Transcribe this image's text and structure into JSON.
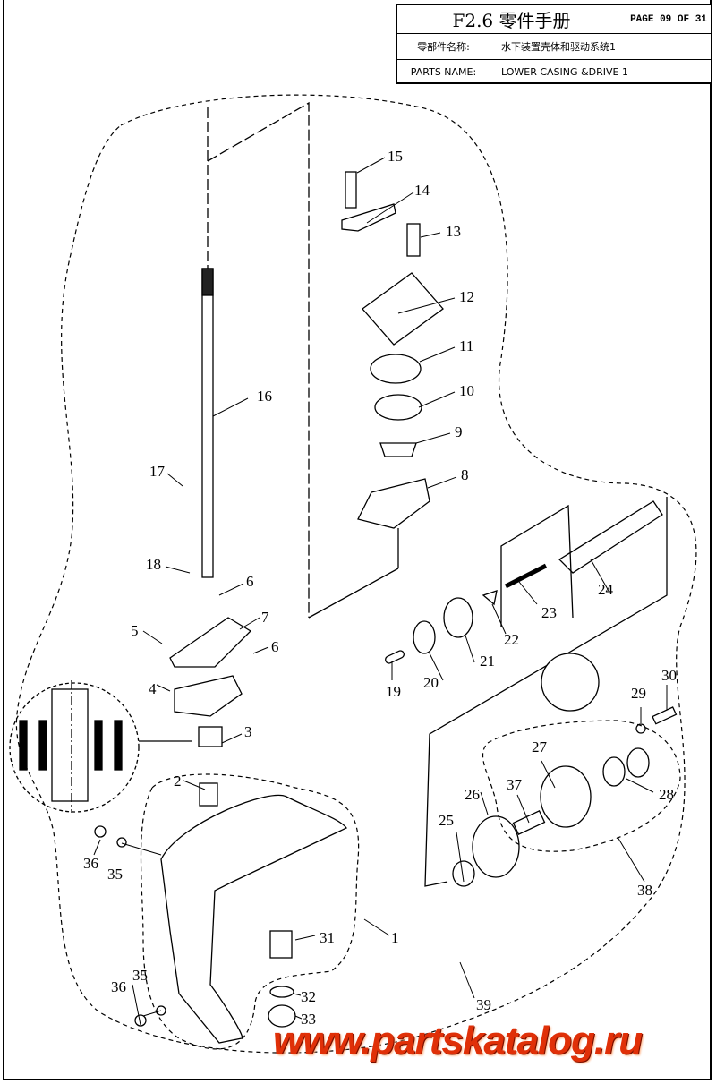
{
  "title_block": {
    "main_title": "F2.6 零件手册",
    "page": "PAGE 09 OF 31",
    "name_cn_label": "零部件名称:",
    "name_cn_value": "水下装置壳体和驱动系统1",
    "name_en_label": "PARTS NAME:",
    "name_en_value": "LOWER CASING &DRIVE 1"
  },
  "callouts": [
    {
      "id": "1",
      "text": "1"
    },
    {
      "id": "2",
      "text": "2"
    },
    {
      "id": "3",
      "text": "3"
    },
    {
      "id": "4",
      "text": "4"
    },
    {
      "id": "5",
      "text": "5"
    },
    {
      "id": "6a",
      "text": "6"
    },
    {
      "id": "6b",
      "text": "6"
    },
    {
      "id": "7",
      "text": "7"
    },
    {
      "id": "8",
      "text": "8"
    },
    {
      "id": "9",
      "text": "9"
    },
    {
      "id": "10",
      "text": "10"
    },
    {
      "id": "11",
      "text": "11"
    },
    {
      "id": "12",
      "text": "12"
    },
    {
      "id": "13",
      "text": "13"
    },
    {
      "id": "14",
      "text": "14"
    },
    {
      "id": "15",
      "text": "15"
    },
    {
      "id": "16",
      "text": "16"
    },
    {
      "id": "17",
      "text": "17"
    },
    {
      "id": "18",
      "text": "18"
    },
    {
      "id": "19",
      "text": "19"
    },
    {
      "id": "20",
      "text": "20"
    },
    {
      "id": "21",
      "text": "21"
    },
    {
      "id": "22",
      "text": "22"
    },
    {
      "id": "23",
      "text": "23"
    },
    {
      "id": "24",
      "text": "24"
    },
    {
      "id": "25",
      "text": "25"
    },
    {
      "id": "26",
      "text": "26"
    },
    {
      "id": "27",
      "text": "27"
    },
    {
      "id": "28",
      "text": "28"
    },
    {
      "id": "29",
      "text": "29"
    },
    {
      "id": "30",
      "text": "30"
    },
    {
      "id": "31",
      "text": "31"
    },
    {
      "id": "32",
      "text": "32"
    },
    {
      "id": "33",
      "text": "33"
    },
    {
      "id": "35a",
      "text": "35"
    },
    {
      "id": "35b",
      "text": "35"
    },
    {
      "id": "36a",
      "text": "36"
    },
    {
      "id": "36b",
      "text": "36"
    },
    {
      "id": "37",
      "text": "37"
    },
    {
      "id": "38",
      "text": "38"
    },
    {
      "id": "39",
      "text": "39"
    }
  ],
  "watermark": "www.partskatalog.ru"
}
